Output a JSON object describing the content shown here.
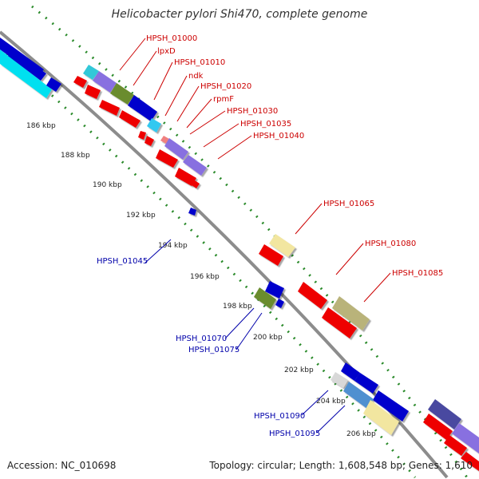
{
  "title": "Helicobacter pylori Shi470, complete genome",
  "footer": {
    "accession": "Accession: NC_010698",
    "stats": "Topology: circular; Length: 1,608,548 bp; Genes: 1,610"
  },
  "colors": {
    "backbone": "#8c8c8c",
    "tick_dots": "#2a8a2a",
    "forward_label": "#cc0000",
    "reverse_label": "#0000aa"
  },
  "tick_labels": [
    "186 kbp",
    "188 kbp",
    "190 kbp",
    "192 kbp",
    "194 kbp",
    "196 kbp",
    "198 kbp",
    "200 kbp",
    "202 kbp",
    "204 kbp",
    "206 kbp"
  ],
  "forward_labels": [
    "HPSH_01000",
    "lpxD",
    "HPSH_01010",
    "ndk",
    "HPSH_01020",
    "rpmF",
    "HPSH_01030",
    "HPSH_01035",
    "HPSH_01040",
    "HPSH_01065",
    "HPSH_01080",
    "HPSH_01085"
  ],
  "reverse_labels": [
    "HPSH_01045",
    "HPSH_01070",
    "HPSH_01075",
    "HPSH_01090",
    "HPSH_01095"
  ]
}
